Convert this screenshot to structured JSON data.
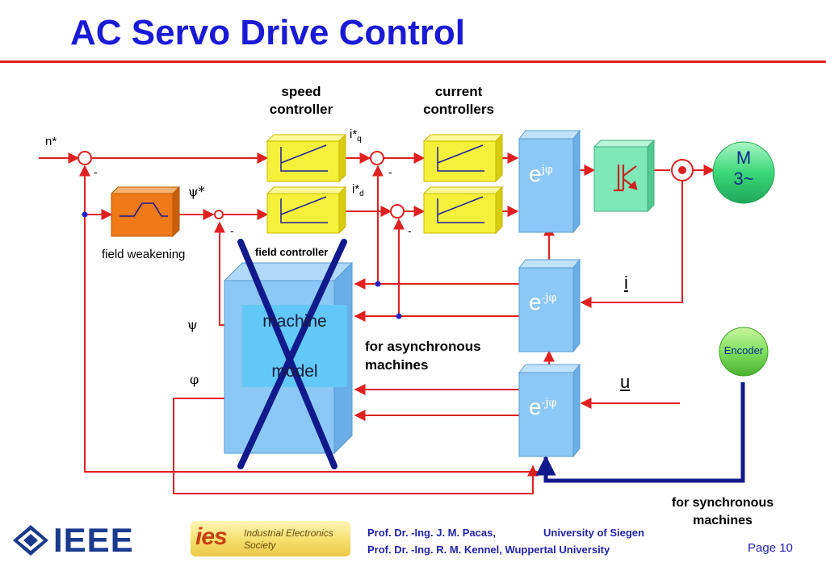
{
  "title": "AC Servo Drive Control",
  "labels": {
    "speed_controller": [
      "speed",
      "controller"
    ],
    "current_controllers": [
      "current",
      "controllers"
    ],
    "n_star": "n*",
    "iq_star": "i*",
    "iq_sub": "q",
    "id_star": "i*",
    "id_sub": "d",
    "psi_star": "ψ*",
    "field_weakening": "field weakening",
    "field_controller": "field controller",
    "minus": "-",
    "psi": "ψ",
    "phi": "φ",
    "machine_model": [
      "machine",
      "model"
    ],
    "for_async": [
      "for asynchronous",
      "machines"
    ],
    "for_sync": [
      "for synchronous",
      "machines"
    ],
    "i_signal": "i",
    "u_signal": "u",
    "e_base": "e",
    "e_pos_exp": "jφ",
    "e_neg_exp": "-jφ",
    "motor": [
      "M",
      "3~"
    ],
    "encoder": "Encoder"
  },
  "footer": {
    "line1_left": "Prof. Dr. -Ing. J. M. Pacas,",
    "line1_right": "University of Siegen",
    "line2": "Prof. Dr. -Ing. R. M. Kennel, Wuppertal University",
    "page": "Page 10",
    "ieee_logo_text": "IEEE",
    "ies_logo_text": [
      "Industrial Electronics",
      "Society"
    ],
    "ies_mark": "ies"
  },
  "colors": {
    "title": "#1a1ad6",
    "signal": "#e02020",
    "controller": "#f5f03a",
    "transform_block": "#8cc8f5",
    "machine_model": "#8cc8f5",
    "field_weakening": "#f07a18",
    "inverter": "#7ee8b8",
    "motor": "#3cd878",
    "encoder": "#7fe060",
    "cross": "#101a8c",
    "sync_path": "#101a8c",
    "footer_text": "#2222aa"
  }
}
